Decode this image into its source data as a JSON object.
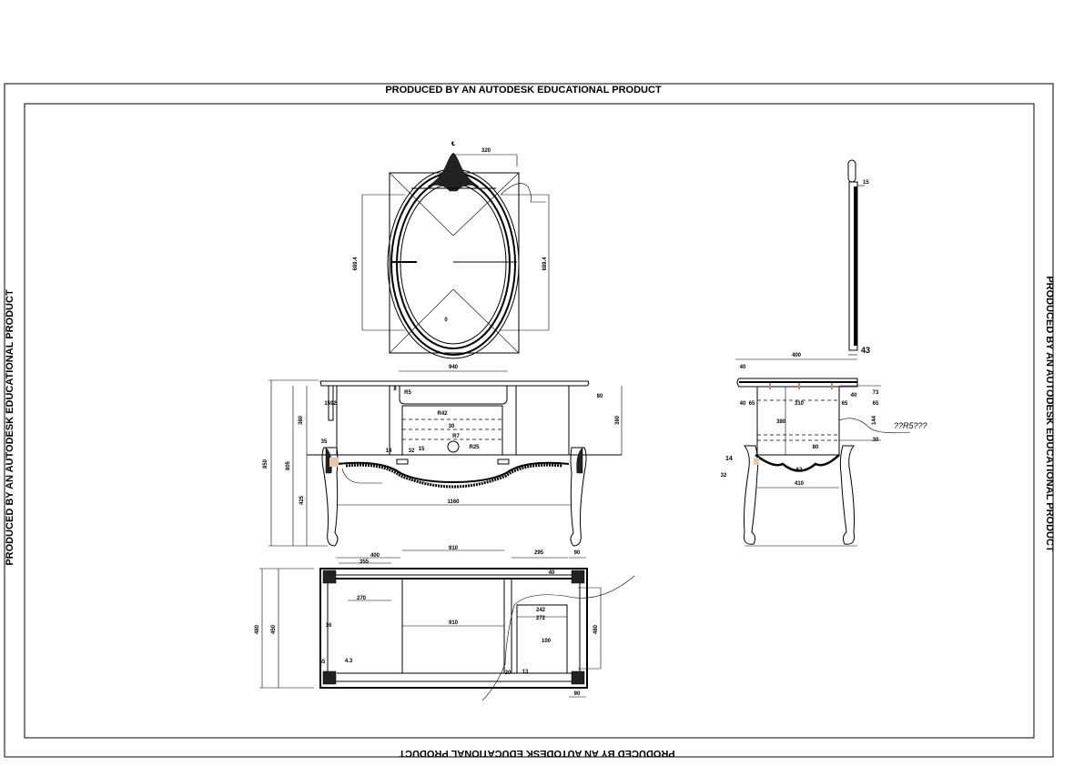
{
  "watermark": {
    "top": "PRODUCED BY AN AUTODESK EDUCATIONAL PRODUCT",
    "bottom": "PRODUCED BY AN AUTODESK EDUCATIONAL PRODUCT",
    "left": "PRODUCED BY AN AUTODESK EDUCATIONAL PRODUCT",
    "right": "PRODUCED BY AN AUTODESK EDUCATIONAL PRODUCT"
  },
  "mirror_view": {
    "centerline": "℄",
    "width_dim": "320",
    "height_left": "689.4",
    "height_right": "689.4",
    "bottom_mark": "0"
  },
  "mirror_side": {
    "top_dim": "15",
    "bottom_dim": "43"
  },
  "front_view": {
    "basin_width": "940",
    "offset": "8",
    "basin_depth": "R5",
    "left_box": "1592",
    "cabinet_height_left": "380",
    "cabinet_height_right": "380",
    "right_box": "80",
    "leg_offset": "35",
    "d14": "14",
    "d32": "32",
    "d15": "15",
    "drain": "R25",
    "r42": "R42",
    "d30": "30",
    "r7": "R7",
    "overall_width": "1160",
    "overall_height": "850",
    "inner_height": "805",
    "leg_height": "425"
  },
  "plan_view": {
    "d400": "400",
    "d355": "355",
    "d910_top": "910",
    "d295": "295",
    "d90_top": "90",
    "d90_bottom": "90",
    "d270": "270",
    "d910_mid": "910",
    "depth_outer": "480",
    "depth_inner": "450",
    "d40": "40",
    "d242": "242",
    "d272": "272",
    "d100": "100",
    "d13": "13",
    "d20": "20",
    "d16": "16",
    "d45": "45",
    "d4": "4.3",
    "right_depth": "480"
  },
  "side_view": {
    "top_width": "400",
    "d40a": "40",
    "d40b": "40",
    "d65a": "65",
    "d310": "310",
    "d65b": "65",
    "d73": "73",
    "d40c": "40",
    "d65c": "65",
    "d144": "144",
    "d30": "30",
    "d380": "380",
    "d80": "80",
    "d14": "14",
    "d32": "32",
    "d62": "62",
    "d410": "410",
    "note": "??R5???"
  }
}
